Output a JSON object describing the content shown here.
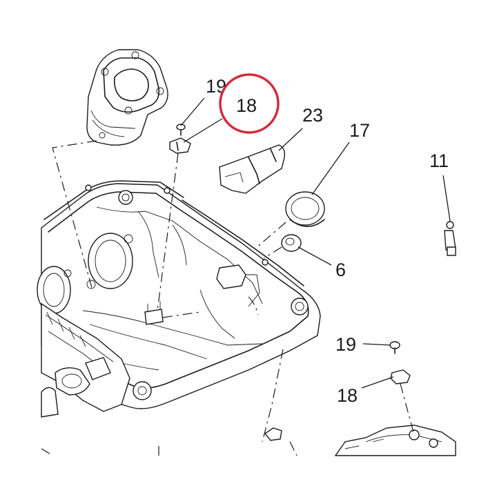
{
  "callouts": [
    {
      "id": "c19a",
      "label": "19"
    },
    {
      "id": "c18a",
      "label": "18"
    },
    {
      "id": "c23",
      "label": "23"
    },
    {
      "id": "c17",
      "label": "17"
    },
    {
      "id": "c11",
      "label": "11"
    },
    {
      "id": "c6",
      "label": "6"
    },
    {
      "id": "c19b",
      "label": "19"
    },
    {
      "id": "c18b",
      "label": "18"
    }
  ],
  "highlight": {
    "color": "#d42a3a",
    "target_label": "18"
  },
  "line_color": "#1a1a1a"
}
